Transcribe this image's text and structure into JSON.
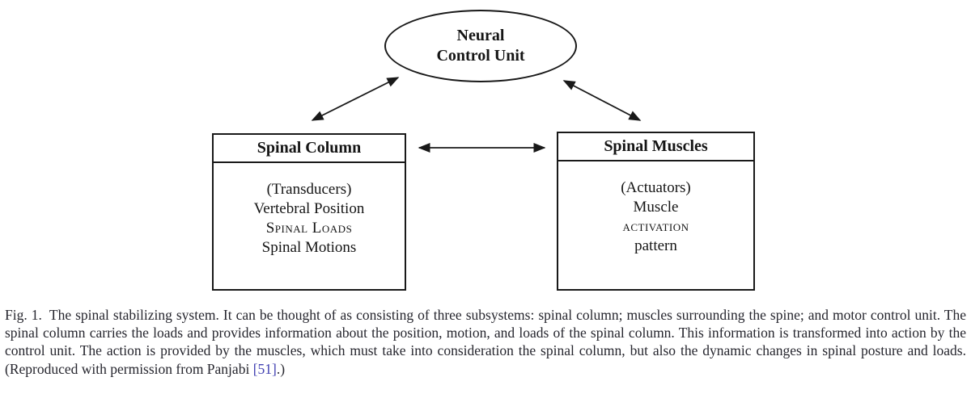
{
  "colors": {
    "ink": "#191919",
    "diagram_text": "#151515",
    "caption_text": "#26262e",
    "citation_link": "#4140b2",
    "background": "#ffffff"
  },
  "diagram": {
    "neural_node": {
      "line1": "Neural",
      "line2": "Control Unit"
    },
    "spinal_column_box": {
      "title": "Spinal Column",
      "lines": [
        "(Transducers)",
        "Vertebral Position",
        "Spinal Loads",
        "Spinal Motions"
      ]
    },
    "spinal_muscles_box": {
      "title": "Spinal Muscles",
      "lines": [
        "(Actuators)",
        "Muscle",
        "activation",
        "pattern"
      ]
    },
    "arrows": [
      "neural-control-unit <-> spinal-column",
      "neural-control-unit <-> spinal-muscles",
      "spinal-column <-> spinal-muscles"
    ]
  },
  "caption": {
    "label": "Fig. 1.",
    "text": "The spinal stabilizing system. It can be thought of as consisting of three subsystems: spinal column; muscles surrounding the spine; and motor control unit. The spinal column carries the loads and provides information about the position, motion, and loads of the spinal column. This information is transformed into action by the control unit. The action is provided by the muscles, which must take into consideration the spinal column, but also the dynamic changes in spinal posture and loads. (Reproduced with permission from Panjabi ",
    "citation": "[51]",
    "suffix": ".)"
  }
}
